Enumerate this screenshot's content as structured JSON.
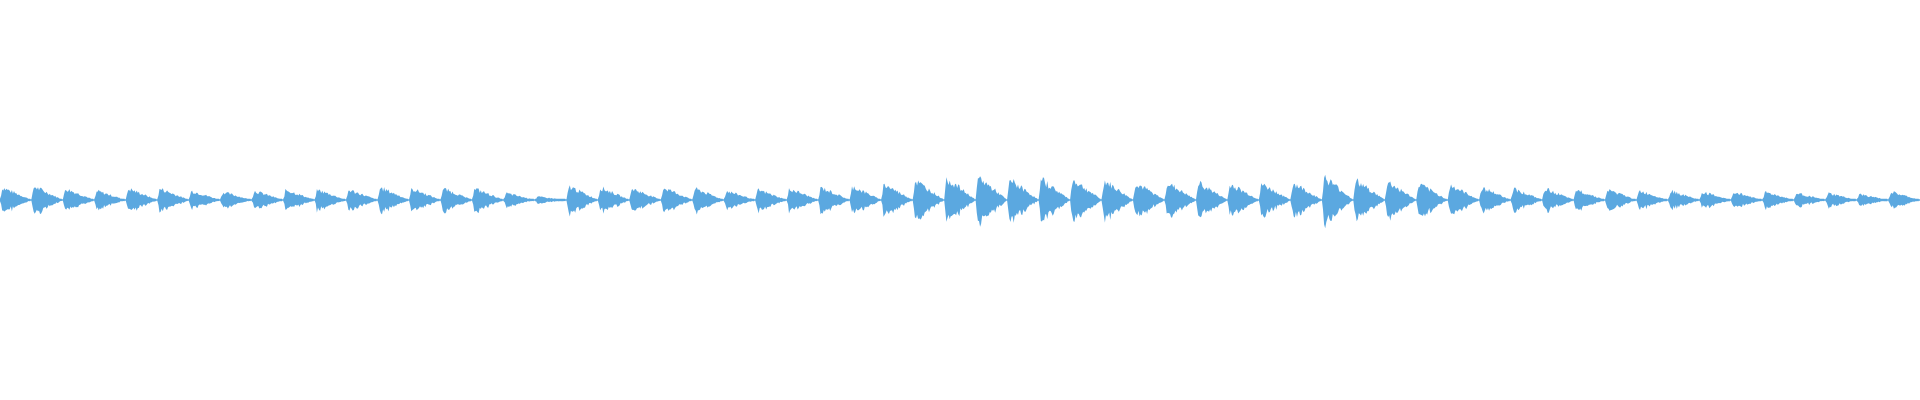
{
  "waveform": {
    "color": "#5ba8e0",
    "background": "#ffffff",
    "beat_peaks": [
      0.22,
      0.24,
      0.2,
      0.16,
      0.2,
      0.2,
      0.16,
      0.14,
      0.16,
      0.18,
      0.18,
      0.18,
      0.22,
      0.2,
      0.2,
      0.2,
      0.12,
      0.06,
      0.24,
      0.22,
      0.2,
      0.22,
      0.2,
      0.16,
      0.18,
      0.2,
      0.22,
      0.24,
      0.28,
      0.34,
      0.38,
      0.4,
      0.36,
      0.36,
      0.36,
      0.34,
      0.3,
      0.3,
      0.3,
      0.28,
      0.28,
      0.3,
      0.4,
      0.34,
      0.32,
      0.28,
      0.26,
      0.22,
      0.2,
      0.2,
      0.18,
      0.18,
      0.16,
      0.16,
      0.14,
      0.14,
      0.14,
      0.12,
      0.12,
      0.1,
      0.14
    ]
  }
}
